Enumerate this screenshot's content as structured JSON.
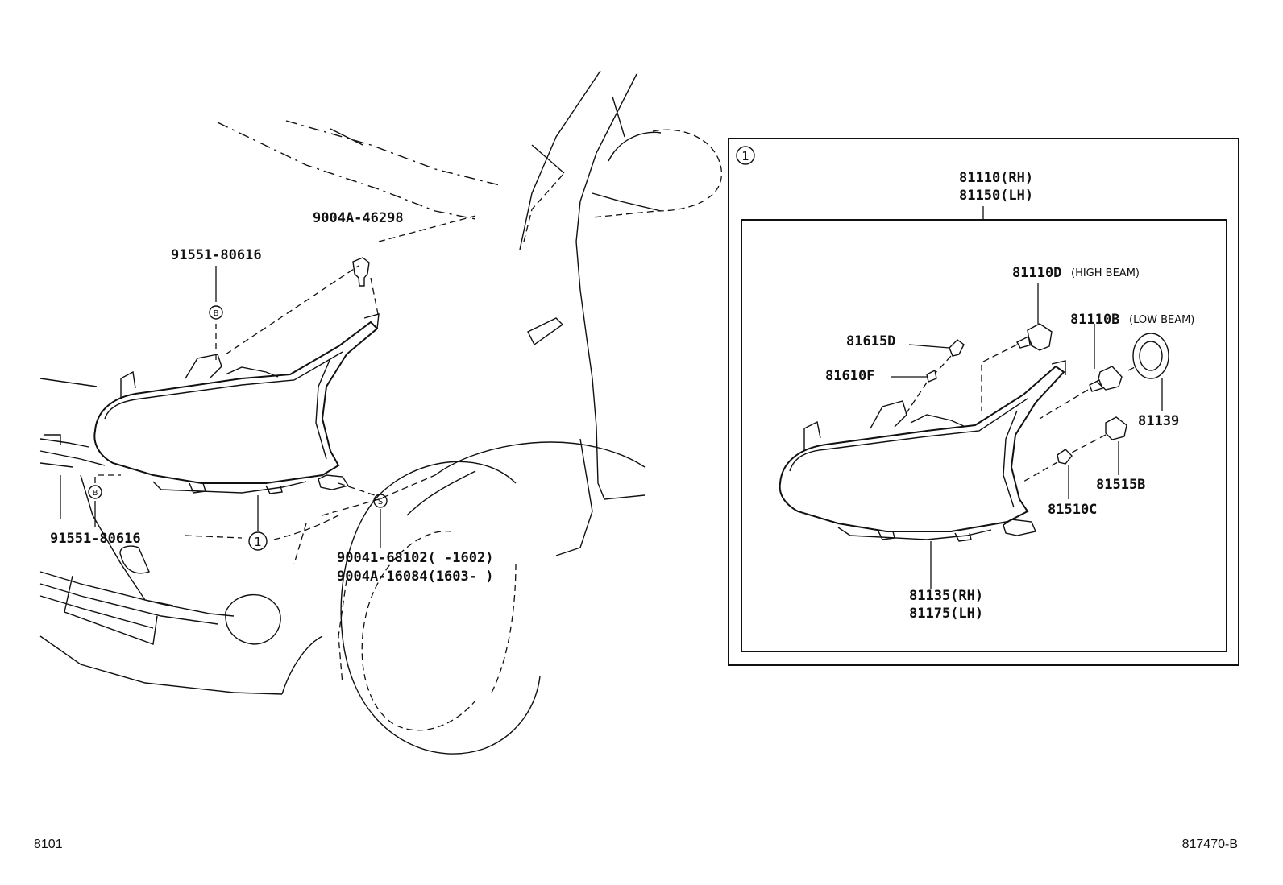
{
  "labels": {
    "bolt_top_left": "91551-80616",
    "clip_top": "9004A-46298",
    "bolt_bottom_left": "91551-80616",
    "screw_1": "90041-68102(     -1602)",
    "screw_2": "9004A-16084(1603-      )",
    "assy_rh": "81110(RH)",
    "assy_lh": "81150(LH)",
    "high_beam_num": "81110D",
    "high_beam_note": "(HIGH BEAM)",
    "low_beam_num": "81110B",
    "low_beam_note": "(LOW BEAM)",
    "socket": "81615D",
    "bulb_small": "81610F",
    "cover": "81139",
    "socket_b": "81515B",
    "bulb_c": "81510C",
    "housing_rh": "81135(RH)",
    "housing_lh": "81175(LH)",
    "footer_left": "8101",
    "footer_right": "817470-B"
  },
  "callouts": {
    "ref_1": "1",
    "ref_b": "B",
    "ref_s": "S"
  }
}
